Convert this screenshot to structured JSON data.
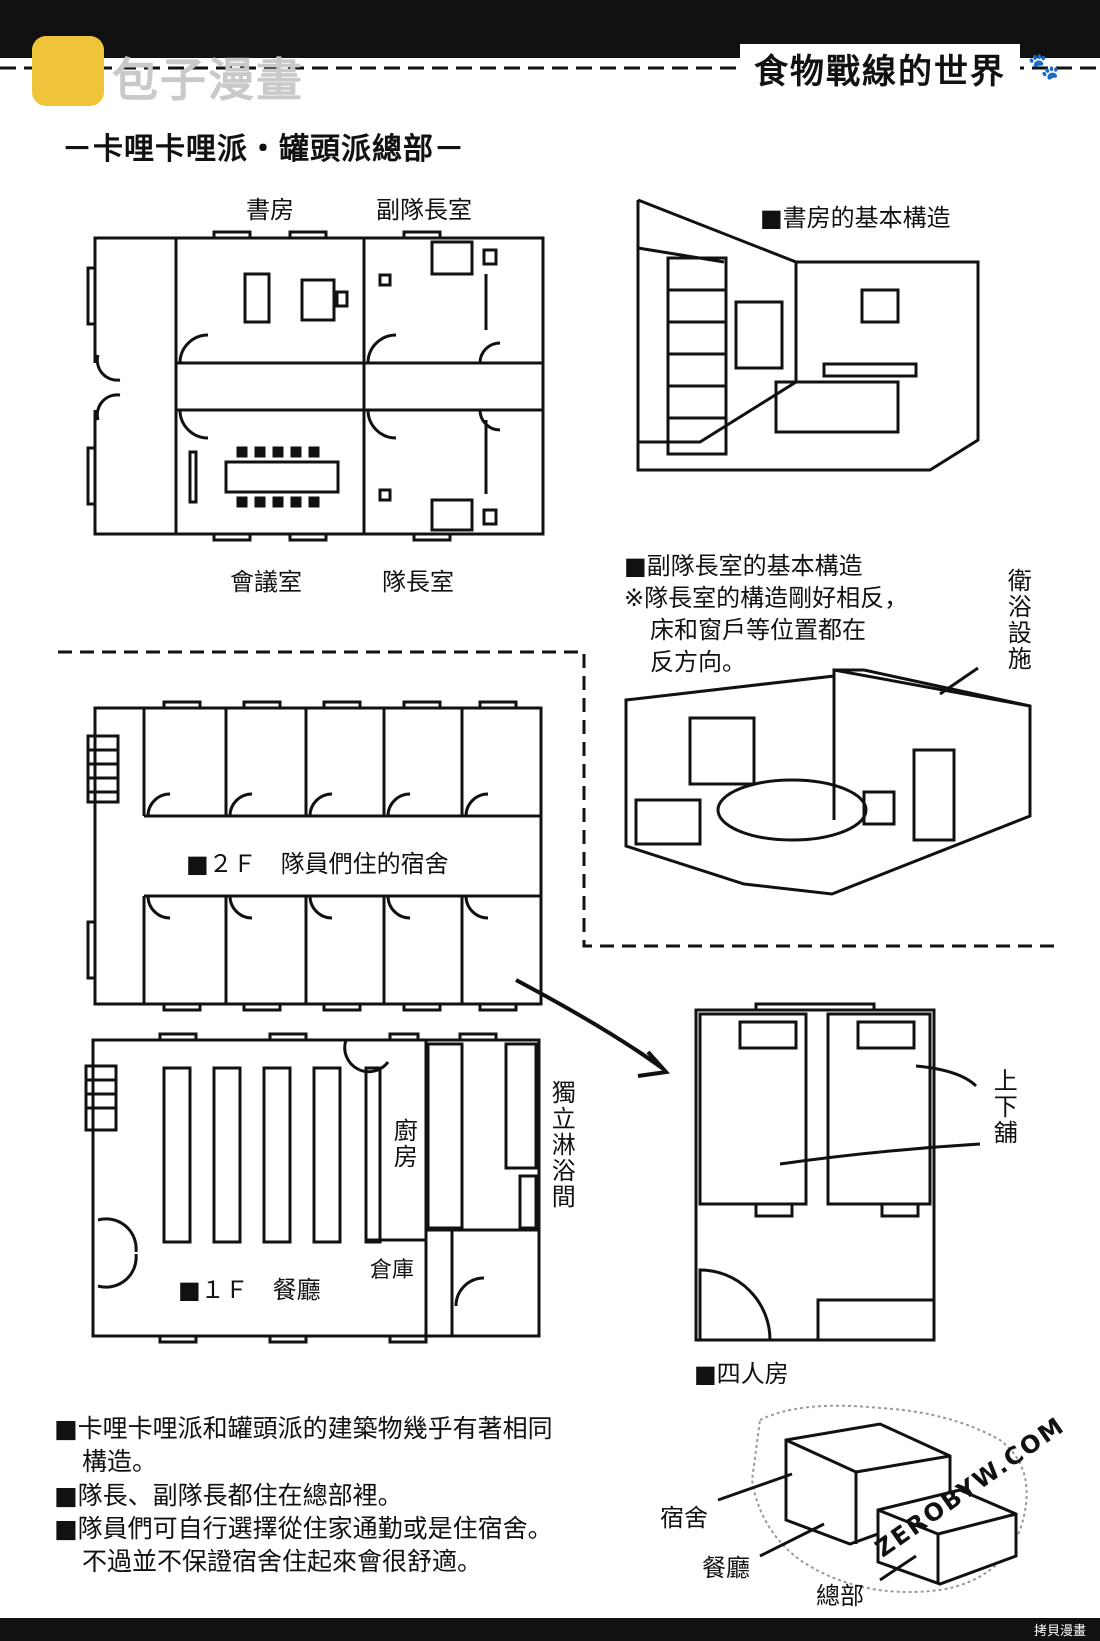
{
  "header": {
    "title": "食物戰線的世界",
    "paw_icon": "paw-icon",
    "logo_text": "包子漫畫"
  },
  "section_title": "－卡哩卡哩派・罐頭派總部－",
  "floorplan_top": {
    "rooms": {
      "study": "書房",
      "vice_captain_room": "副隊長室",
      "meeting_room": "會議室",
      "captain_room": "隊長室"
    }
  },
  "study_view": {
    "caption": "■書房的基本構造"
  },
  "vice_room_view": {
    "caption": "■副隊長室的基本構造",
    "note_lines": [
      "※隊長室的構造剛好相反，",
      "床和窗戶等位置都在",
      "反方向。"
    ],
    "bath_label": "衛浴設施"
  },
  "floor2": {
    "label": "■２Ｆ　隊員們住的宿舍"
  },
  "floor1": {
    "label": "■１Ｆ　餐廳",
    "kitchen": "廚房",
    "storage": "倉庫",
    "shower": "獨立淋浴間"
  },
  "four_room": {
    "bunk_label": "上下舖",
    "caption": "■四人房"
  },
  "notes": [
    "■卡哩卡哩派和罐頭派的建築物幾乎有著相同",
    "構造。",
    "■隊長、副隊長都住在總部裡。",
    "■隊員們可自行選擇從住家通勤或是住宿舍。",
    "不過並不保證宿舍住起來會很舒適。"
  ],
  "exterior": {
    "dorm": "宿舍",
    "dining": "餐廳",
    "hq": "總部",
    "watermark": "ZEROBYW.COM"
  },
  "footer": {
    "credit": "拷貝漫畫"
  }
}
